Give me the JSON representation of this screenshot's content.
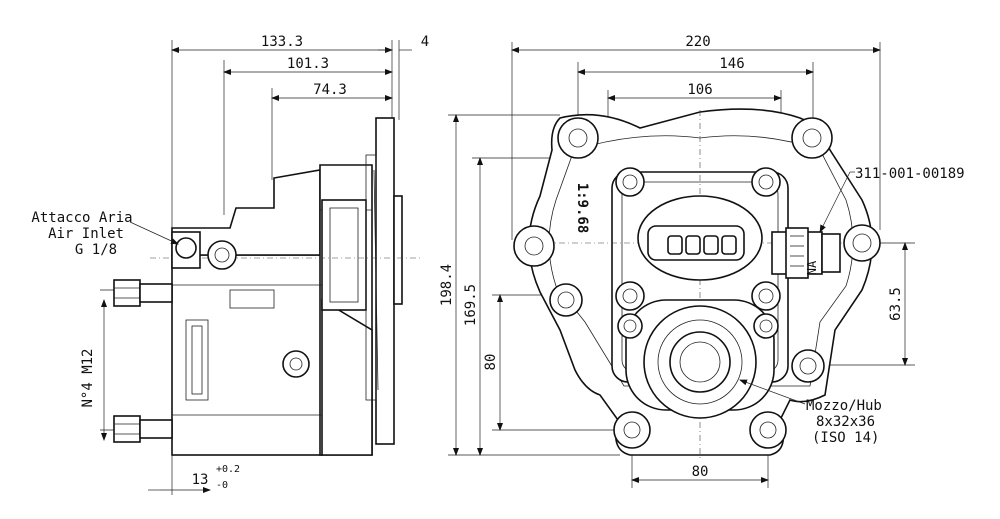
{
  "side_view": {
    "dims": {
      "d133": "133.3",
      "d101": "101.3",
      "d74": "74.3",
      "d4": "4",
      "d13": "13",
      "d13_tol_plus": "+0.2",
      "d13_tol_minus": "-0"
    },
    "labels": {
      "air_it": "Attacco Aria",
      "air_en": "Air Inlet",
      "air_thread": "G 1/8",
      "bolts": "N°4 M12"
    }
  },
  "front_view": {
    "dims": {
      "d220": "220",
      "d146": "146",
      "d106": "106",
      "d198": "198.4",
      "d169": "169.5",
      "d80v": "80",
      "d63": "63.5",
      "d80h": "80"
    },
    "labels": {
      "part_no": "311-001-00189",
      "ratio": "1:9.68",
      "na": "NA",
      "hub_1": "Mozzo/Hub",
      "hub_2": "8x32x36",
      "hub_3": "(ISO 14)"
    }
  }
}
